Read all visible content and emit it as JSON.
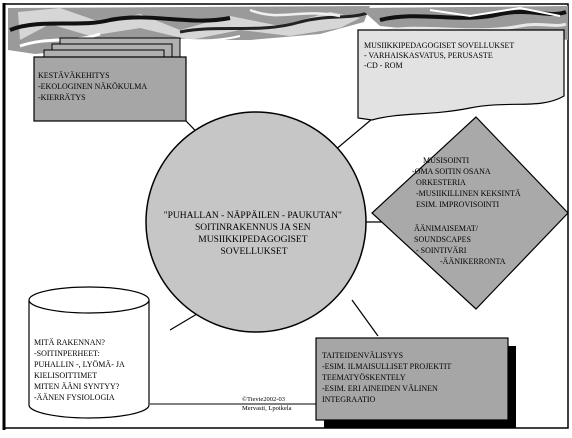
{
  "slide": {
    "center": {
      "lines": [
        "\"PUHALLAN - NÄPPÄILEN - PAUKUTAN\"",
        "SOITINRAKENNUS JA SEN",
        "MUSIIKKIPEDAGOGISET",
        "SOVELLUKSET"
      ]
    },
    "sustainability": {
      "lines": [
        "KESTÄVÄKEHITYS",
        "-EKOLOGINEN NÄKÖKULMA",
        "-KIERRÄTYS"
      ]
    },
    "applications": {
      "lines": [
        "MUSIIKKIPEDAGOGISET SOVELLUKSET",
        "- VARHAISKASVATUS, PERUSASTE",
        "-CD - ROM"
      ]
    },
    "music_making": {
      "lines": [
        "MUSISOINTI",
        "-OMA SOITIN OSANA",
        "ORKESTERIA",
        "-MUSIIKILLINEN KEKSINTÄ",
        "ESIM. IMPROVISOINTI",
        "",
        "ÄÄNIMAISEMAT/",
        "SOUNDSCAPES",
        "-     SOINTIVÄRI",
        "-ÄÄNIKERRONTA"
      ]
    },
    "what_to_build": {
      "lines": [
        "MITÄ RAKENNAN?",
        "-SOITINPERHEET:",
        "PUHALLIN -, LYÖMÄ- JA",
        "KIELISOITTIMET",
        "MITEN ÄÄNI SYNTYY?",
        "-ÄÄNEN FYSIOLOGIA"
      ]
    },
    "arts_integration": {
      "lines": [
        "TAITEIDENVÄLISYYS",
        "-ESIM. ILMAISULLISET PROJEKTIT",
        "TEEMATYÖSKENTELY",
        "-ESIM. ERI AINEIDEN VÄLINEN",
        "INTEGRAATIO"
      ]
    },
    "credit": {
      "lines": [
        "©Tievie2002-03",
        "Mervasti, Lpoikela"
      ]
    }
  },
  "colors": {
    "circle_fill": "#c6c6c6",
    "diamond_fill": "#a9a9a9",
    "box_fill": "#a6a6a6",
    "doc_fill": "#e2e2e2",
    "border": "#000000"
  }
}
